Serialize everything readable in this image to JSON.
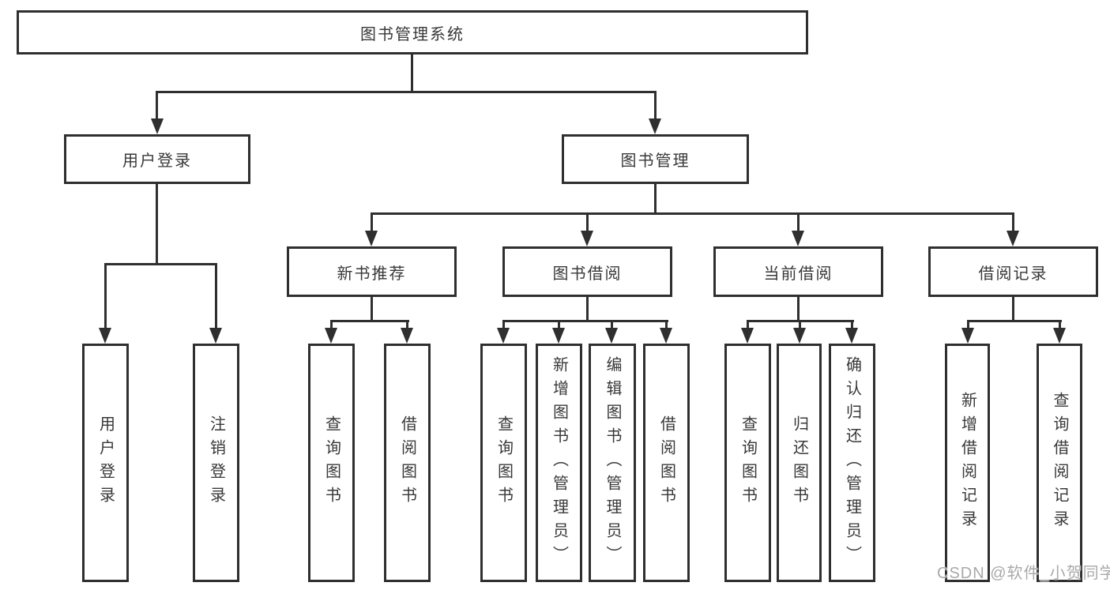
{
  "diagram": {
    "title": "图书管理系统",
    "level2": {
      "user_login": "用户登录",
      "book_mgmt": "图书管理"
    },
    "level3": {
      "new_book_rec": "新书推荐",
      "book_borrow": "图书借阅",
      "current_borrow": "当前借阅",
      "borrow_records": "借阅记录"
    },
    "leaves": {
      "user_login": [
        "用户登录",
        "注销登录"
      ],
      "new_book_rec": [
        "查询图书",
        "借阅图书"
      ],
      "book_borrow": [
        "查询图书",
        "新增图书（管理员）",
        "编辑图书（管理员）",
        "借阅图书"
      ],
      "current_borrow": [
        "查询图书",
        "归还图书",
        "确认归还（管理员）"
      ],
      "borrow_records": [
        "新增借阅记录",
        "查询借阅记录"
      ]
    },
    "watermark": "CSDN @软件_小贺同学",
    "colors": {
      "line": "#2f2f2f",
      "text": "#383838",
      "watermark": "#a9a9a9",
      "background": "#ffffff"
    }
  }
}
